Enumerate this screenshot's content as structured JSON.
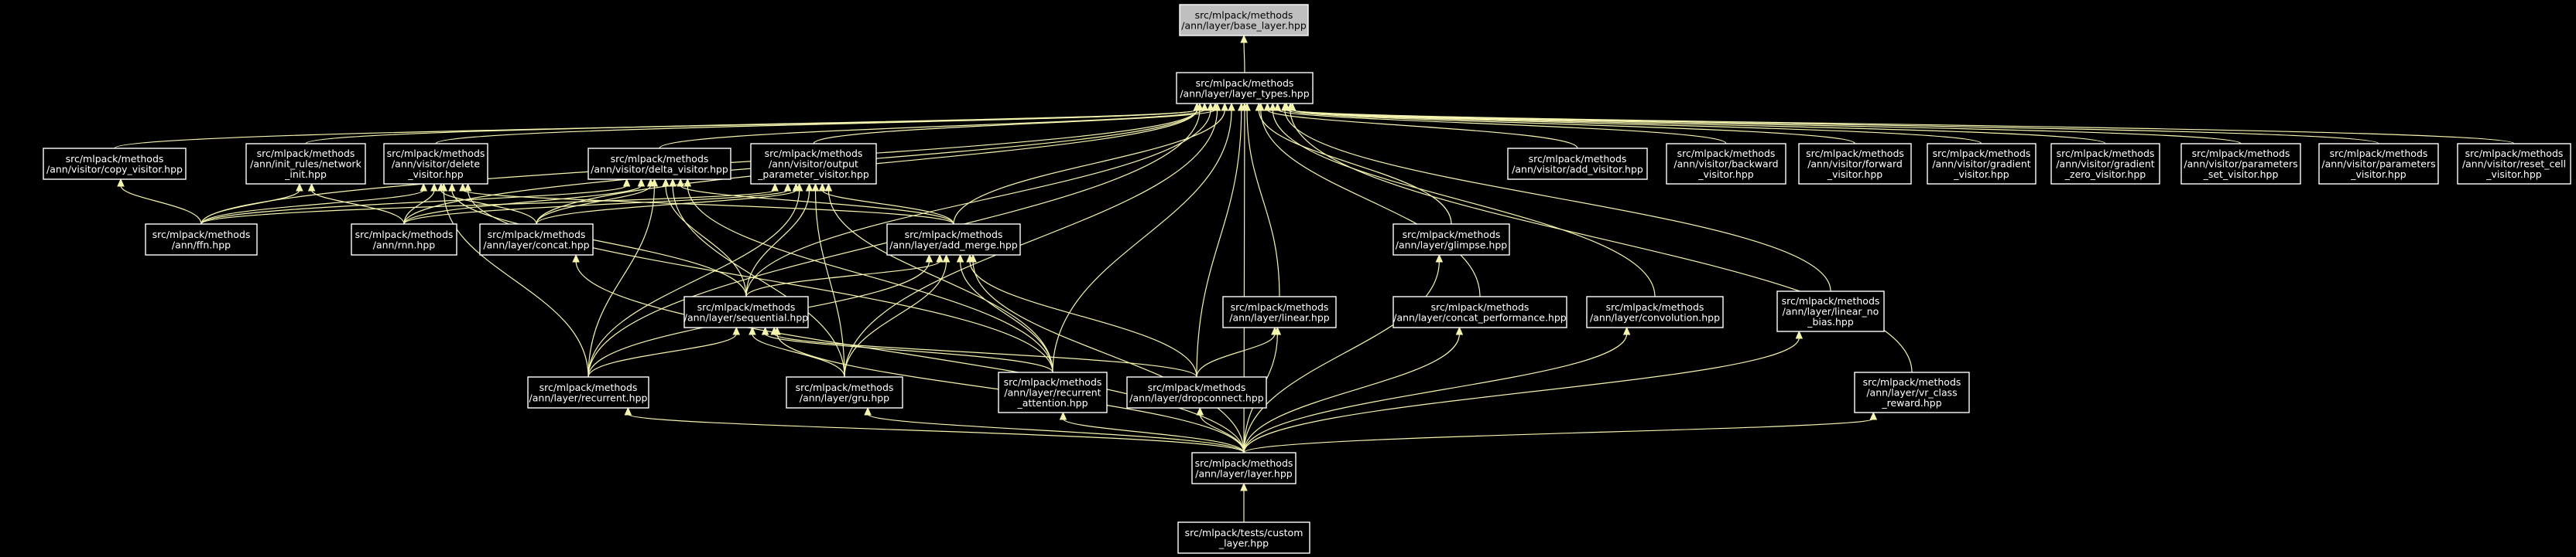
{
  "colors": {
    "background": "#000000",
    "node_border": "#ffffff",
    "edge": "#f5f5b0",
    "highlight_fill": "#bfbfbf"
  },
  "nodes": [
    {
      "id": "base_layer",
      "lines": [
        "src/mlpack/methods",
        "/ann/layer/base_layer.hpp"
      ],
      "highlight": true
    },
    {
      "id": "layer_types",
      "lines": [
        "src/mlpack/methods",
        "/ann/layer/layer_types.hpp"
      ]
    },
    {
      "id": "copy_visitor",
      "lines": [
        "src/mlpack/methods",
        "/ann/visitor/copy_visitor.hpp"
      ]
    },
    {
      "id": "network_init",
      "lines": [
        "src/mlpack/methods",
        "/ann/init_rules/network",
        "_init.hpp"
      ]
    },
    {
      "id": "delete_visitor",
      "lines": [
        "src/mlpack/methods",
        "/ann/visitor/delete",
        "_visitor.hpp"
      ]
    },
    {
      "id": "delta_visitor",
      "lines": [
        "src/mlpack/methods",
        "/ann/visitor/delta_visitor.hpp"
      ]
    },
    {
      "id": "output_param",
      "lines": [
        "src/mlpack/methods",
        "/ann/visitor/output",
        "_parameter_visitor.hpp"
      ]
    },
    {
      "id": "add_visitor",
      "lines": [
        "src/mlpack/methods",
        "/ann/visitor/add_visitor.hpp"
      ]
    },
    {
      "id": "backward_visitor",
      "lines": [
        "src/mlpack/methods",
        "/ann/visitor/backward",
        "_visitor.hpp"
      ]
    },
    {
      "id": "forward_visitor",
      "lines": [
        "src/mlpack/methods",
        "/ann/visitor/forward",
        "_visitor.hpp"
      ]
    },
    {
      "id": "gradient_visitor",
      "lines": [
        "src/mlpack/methods",
        "/ann/visitor/gradient",
        "_visitor.hpp"
      ]
    },
    {
      "id": "gradient_zero",
      "lines": [
        "src/mlpack/methods",
        "/ann/visitor/gradient",
        "_zero_visitor.hpp"
      ]
    },
    {
      "id": "params_set",
      "lines": [
        "src/mlpack/methods",
        "/ann/visitor/parameters",
        "_set_visitor.hpp"
      ]
    },
    {
      "id": "params_visitor",
      "lines": [
        "src/mlpack/methods",
        "/ann/visitor/parameters",
        "_visitor.hpp"
      ]
    },
    {
      "id": "reset_cell",
      "lines": [
        "src/mlpack/methods",
        "/ann/visitor/reset_cell",
        "_visitor.hpp"
      ]
    },
    {
      "id": "ffn",
      "lines": [
        "src/mlpack/methods",
        "/ann/ffn.hpp"
      ]
    },
    {
      "id": "rnn",
      "lines": [
        "src/mlpack/methods",
        "/ann/rnn.hpp"
      ]
    },
    {
      "id": "concat",
      "lines": [
        "src/mlpack/methods",
        "/ann/layer/concat.hpp"
      ]
    },
    {
      "id": "add_merge",
      "lines": [
        "src/mlpack/methods",
        "/ann/layer/add_merge.hpp"
      ]
    },
    {
      "id": "glimpse",
      "lines": [
        "src/mlpack/methods",
        "/ann/layer/glimpse.hpp"
      ]
    },
    {
      "id": "sequential",
      "lines": [
        "src/mlpack/methods",
        "/ann/layer/sequential.hpp"
      ]
    },
    {
      "id": "linear",
      "lines": [
        "src/mlpack/methods",
        "/ann/layer/linear.hpp"
      ]
    },
    {
      "id": "concat_perf",
      "lines": [
        "src/mlpack/methods",
        "/ann/layer/concat_performance.hpp"
      ]
    },
    {
      "id": "convolution",
      "lines": [
        "src/mlpack/methods",
        "/ann/layer/convolution.hpp"
      ]
    },
    {
      "id": "linear_no_bias",
      "lines": [
        "src/mlpack/methods",
        "/ann/layer/linear_no",
        "_bias.hpp"
      ]
    },
    {
      "id": "recurrent",
      "lines": [
        "src/mlpack/methods",
        "/ann/layer/recurrent.hpp"
      ]
    },
    {
      "id": "gru",
      "lines": [
        "src/mlpack/methods",
        "/ann/layer/gru.hpp"
      ]
    },
    {
      "id": "recurrent_attention",
      "lines": [
        "src/mlpack/methods",
        "/ann/layer/recurrent",
        "_attention.hpp"
      ]
    },
    {
      "id": "dropconnect",
      "lines": [
        "src/mlpack/methods",
        "/ann/layer/dropconnect.hpp"
      ]
    },
    {
      "id": "vr_class_reward",
      "lines": [
        "src/mlpack/methods",
        "/ann/layer/vr_class",
        "_reward.hpp"
      ]
    },
    {
      "id": "layer",
      "lines": [
        "src/mlpack/methods",
        "/ann/layer/layer.hpp"
      ]
    },
    {
      "id": "custom_layer",
      "lines": [
        "src/mlpack/tests/custom",
        "_layer.hpp"
      ]
    }
  ],
  "edges": [
    [
      "layer_types",
      "base_layer"
    ],
    [
      "copy_visitor",
      "layer_types"
    ],
    [
      "network_init",
      "layer_types"
    ],
    [
      "delete_visitor",
      "layer_types"
    ],
    [
      "delta_visitor",
      "layer_types"
    ],
    [
      "output_param",
      "layer_types"
    ],
    [
      "add_visitor",
      "layer_types"
    ],
    [
      "backward_visitor",
      "layer_types"
    ],
    [
      "forward_visitor",
      "layer_types"
    ],
    [
      "gradient_visitor",
      "layer_types"
    ],
    [
      "gradient_zero",
      "layer_types"
    ],
    [
      "params_set",
      "layer_types"
    ],
    [
      "params_visitor",
      "layer_types"
    ],
    [
      "reset_cell",
      "layer_types"
    ],
    [
      "ffn",
      "layer_types"
    ],
    [
      "ffn",
      "copy_visitor"
    ],
    [
      "ffn",
      "network_init"
    ],
    [
      "ffn",
      "delete_visitor"
    ],
    [
      "ffn",
      "delta_visitor"
    ],
    [
      "ffn",
      "output_param"
    ],
    [
      "rnn",
      "layer_types"
    ],
    [
      "rnn",
      "network_init"
    ],
    [
      "rnn",
      "delete_visitor"
    ],
    [
      "rnn",
      "delta_visitor"
    ],
    [
      "rnn",
      "output_param"
    ],
    [
      "concat",
      "layer_types"
    ],
    [
      "concat",
      "delete_visitor"
    ],
    [
      "concat",
      "delta_visitor"
    ],
    [
      "concat",
      "output_param"
    ],
    [
      "add_merge",
      "layer_types"
    ],
    [
      "add_merge",
      "delete_visitor"
    ],
    [
      "add_merge",
      "delta_visitor"
    ],
    [
      "add_merge",
      "output_param"
    ],
    [
      "glimpse",
      "layer_types"
    ],
    [
      "sequential",
      "layer_types"
    ],
    [
      "sequential",
      "delete_visitor"
    ],
    [
      "sequential",
      "delta_visitor"
    ],
    [
      "sequential",
      "output_param"
    ],
    [
      "sequential",
      "add_merge"
    ],
    [
      "linear",
      "layer_types"
    ],
    [
      "concat_perf",
      "layer_types"
    ],
    [
      "convolution",
      "layer_types"
    ],
    [
      "linear_no_bias",
      "layer_types"
    ],
    [
      "recurrent",
      "layer_types"
    ],
    [
      "recurrent",
      "delete_visitor"
    ],
    [
      "recurrent",
      "delta_visitor"
    ],
    [
      "recurrent",
      "output_param"
    ],
    [
      "recurrent",
      "sequential"
    ],
    [
      "recurrent",
      "add_merge"
    ],
    [
      "gru",
      "layer_types"
    ],
    [
      "gru",
      "delta_visitor"
    ],
    [
      "gru",
      "output_param"
    ],
    [
      "gru",
      "sequential"
    ],
    [
      "gru",
      "add_merge"
    ],
    [
      "recurrent_attention",
      "layer_types"
    ],
    [
      "recurrent_attention",
      "delete_visitor"
    ],
    [
      "recurrent_attention",
      "delta_visitor"
    ],
    [
      "recurrent_attention",
      "output_param"
    ],
    [
      "recurrent_attention",
      "sequential"
    ],
    [
      "recurrent_attention",
      "add_merge"
    ],
    [
      "dropconnect",
      "layer_types"
    ],
    [
      "dropconnect",
      "linear"
    ],
    [
      "dropconnect",
      "sequential"
    ],
    [
      "dropconnect",
      "add_merge"
    ],
    [
      "vr_class_reward",
      "layer_types"
    ],
    [
      "layer",
      "layer_types"
    ],
    [
      "layer",
      "concat"
    ],
    [
      "layer",
      "add_merge"
    ],
    [
      "layer",
      "glimpse"
    ],
    [
      "layer",
      "sequential"
    ],
    [
      "layer",
      "linear"
    ],
    [
      "layer",
      "concat_perf"
    ],
    [
      "layer",
      "convolution"
    ],
    [
      "layer",
      "linear_no_bias"
    ],
    [
      "layer",
      "recurrent"
    ],
    [
      "layer",
      "gru"
    ],
    [
      "layer",
      "recurrent_attention"
    ],
    [
      "layer",
      "dropconnect"
    ],
    [
      "layer",
      "vr_class_reward"
    ],
    [
      "custom_layer",
      "layer"
    ]
  ]
}
